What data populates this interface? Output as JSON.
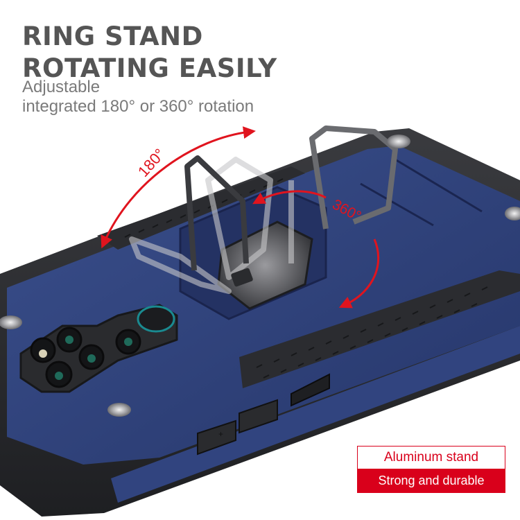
{
  "headline": {
    "line1": "RING STAND",
    "line2": "ROTATING EASILY"
  },
  "subtitle": {
    "line1": "Adjustable",
    "line2": "integrated 180° or 360° rotation"
  },
  "annotations": {
    "angle_180": "180°",
    "angle_360": "360°"
  },
  "callout": {
    "top_label": "Aluminum stand",
    "bottom_label": "Strong and durable"
  },
  "buttons": {
    "volume_up_glyph": "+",
    "volume_down_glyph": "−"
  },
  "colors": {
    "case_blue": "#2c3f78",
    "case_blue_light": "#3a4f8c",
    "bumper_black": "#2a2b2e",
    "accent_red": "#e0141e",
    "callout_red": "#d9001b",
    "headline_gray": "#555555",
    "subtitle_gray": "#7a7a7a"
  }
}
